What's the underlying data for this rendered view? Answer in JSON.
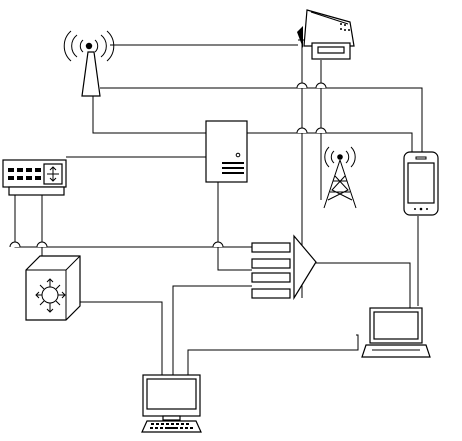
{
  "diagram": {
    "type": "network-topology",
    "background": "#ffffff",
    "line_color": "#000000",
    "nodes": [
      {
        "id": "wireless-access-point",
        "icon": "wifi-antenna-icon"
      },
      {
        "id": "printer",
        "icon": "printer-icon"
      },
      {
        "id": "network-switch",
        "icon": "switch-icon"
      },
      {
        "id": "server",
        "icon": "server-tower-icon"
      },
      {
        "id": "radio-tower",
        "icon": "cell-tower-icon"
      },
      {
        "id": "mobile-phone",
        "icon": "smartphone-icon"
      },
      {
        "id": "router",
        "icon": "router-cube-icon"
      },
      {
        "id": "patch-panel",
        "icon": "patch-panel-icon"
      },
      {
        "id": "laptop",
        "icon": "laptop-icon"
      },
      {
        "id": "desktop-computer",
        "icon": "desktop-monitor-icon"
      }
    ]
  }
}
